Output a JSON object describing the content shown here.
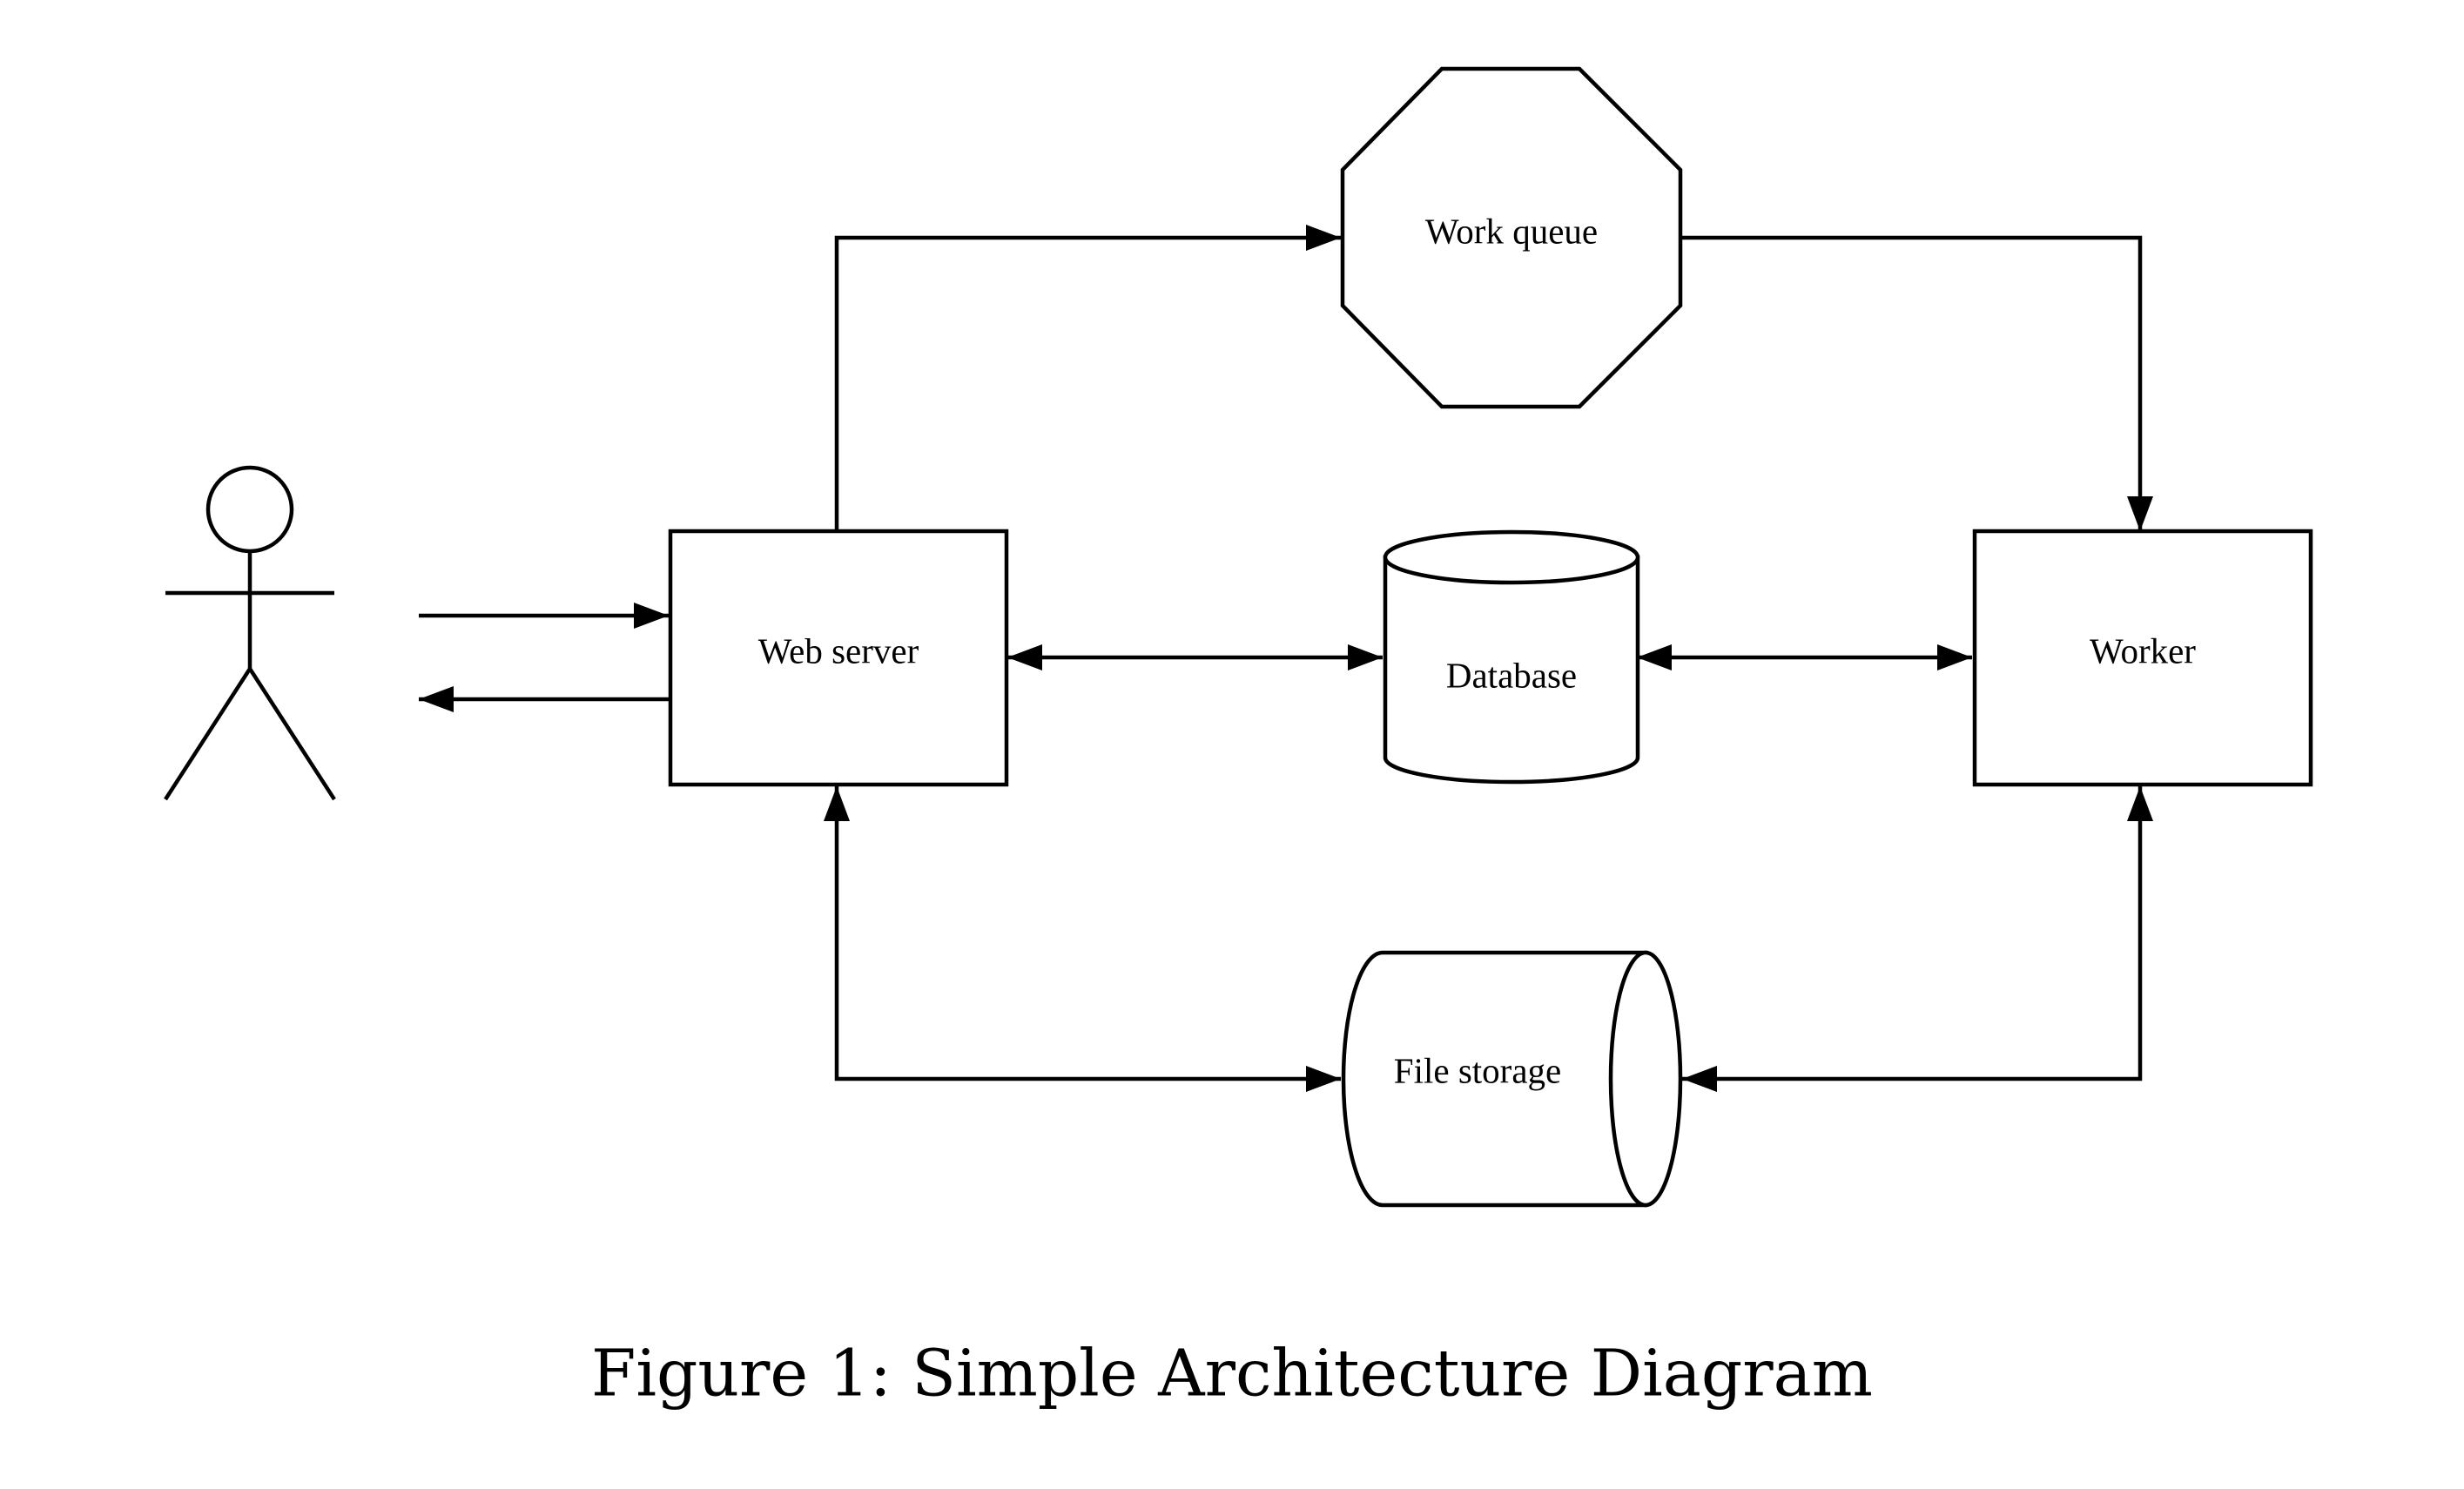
{
  "diagram": {
    "nodes": {
      "web_server": "Web server",
      "work_queue": "Work queue",
      "database": "Database",
      "worker": "Worker",
      "file_storage": "File storage"
    },
    "caption": "Figure 1: Simple Architecture Diagram"
  }
}
